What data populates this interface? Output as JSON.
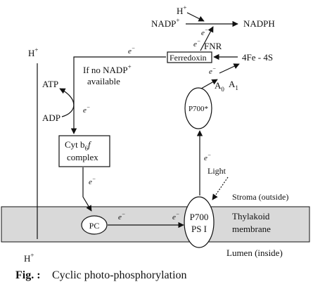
{
  "labels": {
    "h_plus": "H",
    "plus": "+",
    "nadp": "NADP",
    "nadph": "NADPH",
    "fnr": "FNR",
    "ferredoxin": "Ferredoxin",
    "fe_s": "4Fe - 4S",
    "a0": "A",
    "a0_sub": "0",
    "a1": "A",
    "a1_sub": "1",
    "p700_star": "P700*",
    "if_no_nadp_1": "If no NADP",
    "if_no_nadp_2": "available",
    "atp": "ATP",
    "adp": "ADP",
    "cyt_1": "Cyt b",
    "cyt_sub": "6",
    "cyt_2": "f",
    "cyt_3": "complex",
    "e": "e",
    "minus": "−",
    "light": "Light",
    "stroma": "Stroma (outside)",
    "thylakoid_1": "Thylakoid",
    "thylakoid_2": "membrane",
    "lumen": "Lumen (inside)",
    "pc": "PC",
    "p700": "P700",
    "ps1": "PS I"
  },
  "caption": {
    "prefix": "Fig. :",
    "text": "Cyclic photo-phosphorylation"
  },
  "colors": {
    "membrane_fill": "#d9d9d9",
    "caption": "#c0202a",
    "line": "#111111"
  }
}
